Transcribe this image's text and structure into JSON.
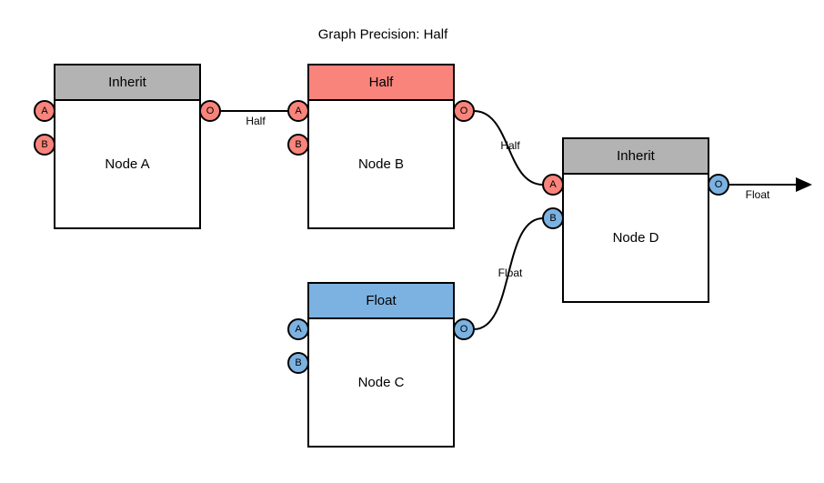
{
  "title": "Graph Precision: Half",
  "colors": {
    "background": "#FFFFFF",
    "stroke": "#000000",
    "gray_header": "#B3B3B3",
    "salmon": "#F8847C",
    "blue": "#7CB2E1"
  },
  "nodes": [
    {
      "id": "node-a",
      "header": "Inherit",
      "label": "Node A",
      "header_color": "#B3B3B3",
      "ports": [
        {
          "label": "A",
          "color": "#F8847C"
        },
        {
          "label": "B",
          "color": "#F8847C"
        },
        {
          "label": "O",
          "color": "#F8847C"
        }
      ]
    },
    {
      "id": "node-b",
      "header": "Half",
      "label": "Node B",
      "header_color": "#F8847C",
      "ports": [
        {
          "label": "A",
          "color": "#F8847C"
        },
        {
          "label": "B",
          "color": "#F8847C"
        },
        {
          "label": "O",
          "color": "#F8847C"
        }
      ]
    },
    {
      "id": "node-c",
      "header": "Float",
      "label": "Node C",
      "header_color": "#7CB2E1",
      "ports": [
        {
          "label": "A",
          "color": "#7CB2E1"
        },
        {
          "label": "B",
          "color": "#7CB2E1"
        },
        {
          "label": "O",
          "color": "#7CB2E1"
        }
      ]
    },
    {
      "id": "node-d",
      "header": "Inherit",
      "label": "Node D",
      "header_color": "#B3B3B3",
      "ports": [
        {
          "label": "A",
          "color": "#F8847C"
        },
        {
          "label": "B",
          "color": "#7CB2E1"
        },
        {
          "label": "O",
          "color": "#7CB2E1"
        }
      ]
    }
  ],
  "edges": [
    {
      "from": "node-a.O",
      "to": "node-b.A",
      "label": "Half"
    },
    {
      "from": "node-b.O",
      "to": "node-d.A",
      "label": "Half"
    },
    {
      "from": "node-c.O",
      "to": "node-d.B",
      "label": "Float"
    },
    {
      "from": "node-d.O",
      "to": "output",
      "label": "Float"
    }
  ]
}
